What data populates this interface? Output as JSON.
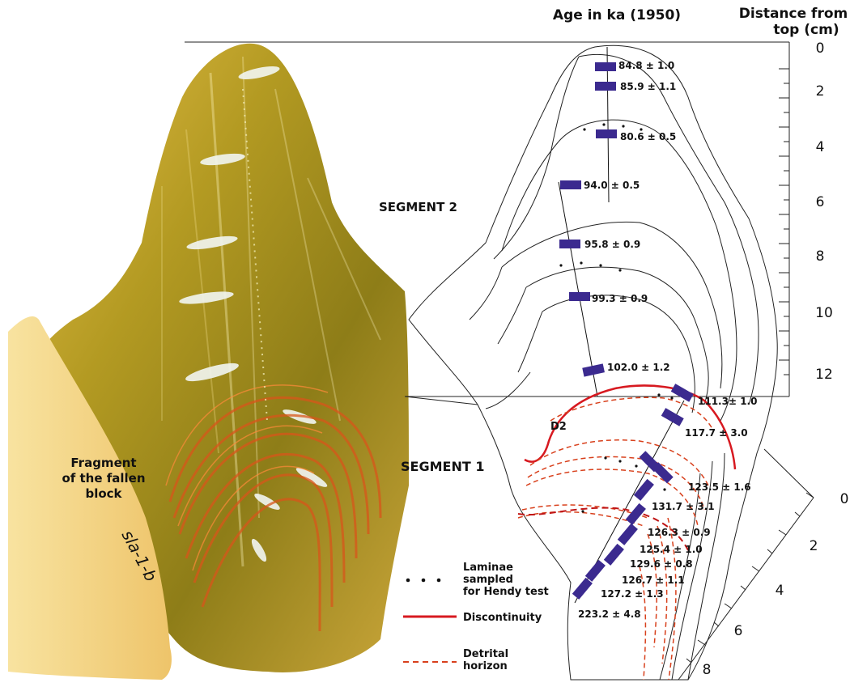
{
  "header": {
    "age_title": "Age in ka (1950)",
    "distance_title_line1": "Distance from",
    "distance_title_line2": "top (cm)"
  },
  "segments": {
    "segment2": "SEGMENT 2",
    "segment1": "SEGMENT 1",
    "d2": "D2"
  },
  "photo_label": {
    "line1": "Fragment",
    "line2": "of the fallen",
    "line3": "block",
    "handwritten": "sla-1-b"
  },
  "scale_upper": {
    "ticks": [
      "0",
      "2",
      "4",
      "6",
      "8",
      "10",
      "12"
    ]
  },
  "scale_lower": {
    "ticks": [
      "0",
      "2",
      "4",
      "6",
      "8"
    ]
  },
  "ages": [
    "84.8 ± 1.0",
    "85.9 ± 1.1",
    "80.6 ± 0.5",
    "94.0 ± 0.5",
    "95.8 ± 0.9",
    "99.3 ± 0.9",
    "102.0 ± 1.2",
    "111.3± 1.0",
    "117.7 ± 3.0",
    "123.5 ± 1.6",
    "131.7 ± 3.1",
    "126.3 ± 0.9",
    "125.4 ± 1.0",
    "129.6 ± 0.8",
    "126.7 ± 1.1",
    "127.2 ± 1.3",
    "223.2 ± 4.8"
  ],
  "legend": {
    "laminae_line1": "Laminae",
    "laminae_line2": "sampled",
    "laminae_line3": "for Hendy test",
    "discontinuity": "Discontinuity",
    "detrital_line1": "Detrital",
    "detrital_line2": "horizon"
  },
  "colors": {
    "sample_bar": "#3b2a8f",
    "discontinuity": "#d71920",
    "detrital": "#d8401c"
  }
}
